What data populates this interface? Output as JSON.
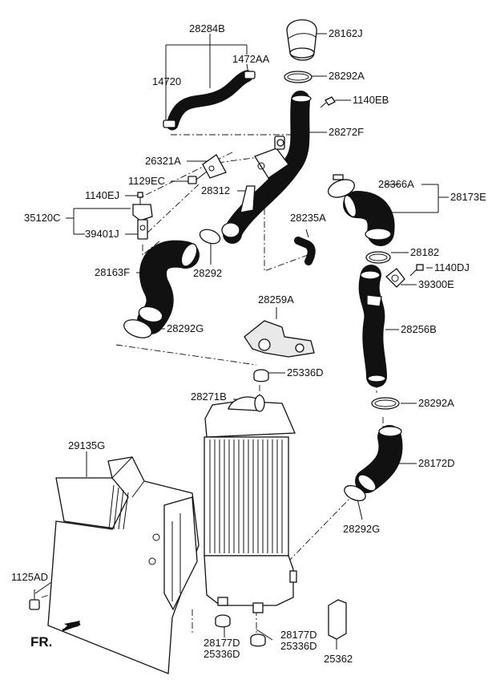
{
  "labels": {
    "l28284B": "28284B",
    "l1472AA": "1472AA",
    "l14720": "14720",
    "l28162J": "28162J",
    "l28292A_top": "28292A",
    "l1140EB": "1140EB",
    "l28272F": "28272F",
    "l26321A": "26321A",
    "l1129EC": "1129EC",
    "l28312": "28312",
    "l1140EJ": "1140EJ",
    "l35120C": "35120C",
    "l39401J": "39401J",
    "l28366A": "28366A",
    "l28173E": "28173E",
    "l28235A": "28235A",
    "l28182": "28182",
    "l1140DJ": "1140DJ",
    "l39300E": "39300E",
    "l28163F": "28163F",
    "l28292": "28292",
    "l28292G_left": "28292G",
    "l28259A": "28259A",
    "l28256B": "28256B",
    "l25336D_mid": "25336D",
    "l28271B": "28271B",
    "l28292A_right": "28292A",
    "l29135G": "29135G",
    "l28172D": "28172D",
    "l28292G_right": "28292G",
    "l1125AD": "1125AD",
    "l28177D_left": "28177D",
    "l25336D_left": "25336D",
    "l28177D_right": "28177D",
    "l25336D_right": "25336D",
    "l25362": "25362",
    "fr": "FR."
  }
}
